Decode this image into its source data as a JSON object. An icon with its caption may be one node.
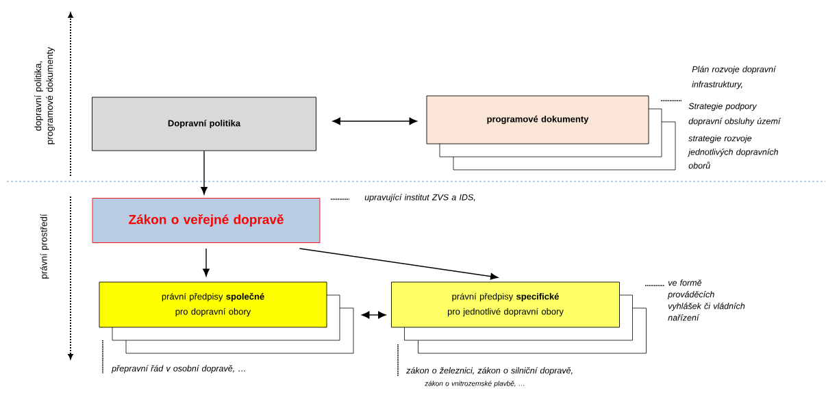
{
  "diagram": {
    "nodes": [
      {
        "text": [
          "Dopravní politika"
        ]
      },
      {
        "text": [
          "programové dokumenty"
        ]
      },
      {
        "text": [
          "Zákon o veřejné dopravě"
        ]
      },
      {
        "text": [
          "právní předpisy **společné** pro dopravní obory"
        ]
      },
      {
        "text": [
          "právní předpisy **specifické** pro jednotlivé dopravní obory"
        ]
      }
    ],
    "edges": [
      {
        "from": 0,
        "to": 1,
        "arrow": "both"
      },
      {
        "from": 0,
        "to": 2,
        "arrow": "to"
      },
      {
        "from": 2,
        "to": 3,
        "arrow": "to"
      },
      {
        "from": 2,
        "to": 4,
        "arrow": "to"
      },
      {
        "from": 3,
        "to": 4,
        "arrow": "both"
      }
    ],
    "labels": [
      "dopravní politika, programové dokumenty",
      "právní prostředí",
      "Plán rozvoje dopravní infrastruktury,",
      "Strategie podpory dopravní obsluhy území",
      "strategie rozvoje jednotlivých dopravních oborů",
      "upravující institut ZVS a IDS,",
      "ve formě prováděcích vyhlášek či vládních nařízení",
      "přepravní řád v osobní dopravě, …",
      "zákon o železnici, zákon o silniční dopravě,",
      "zákon o vnitrozemské plavbě, …"
    ]
  }
}
